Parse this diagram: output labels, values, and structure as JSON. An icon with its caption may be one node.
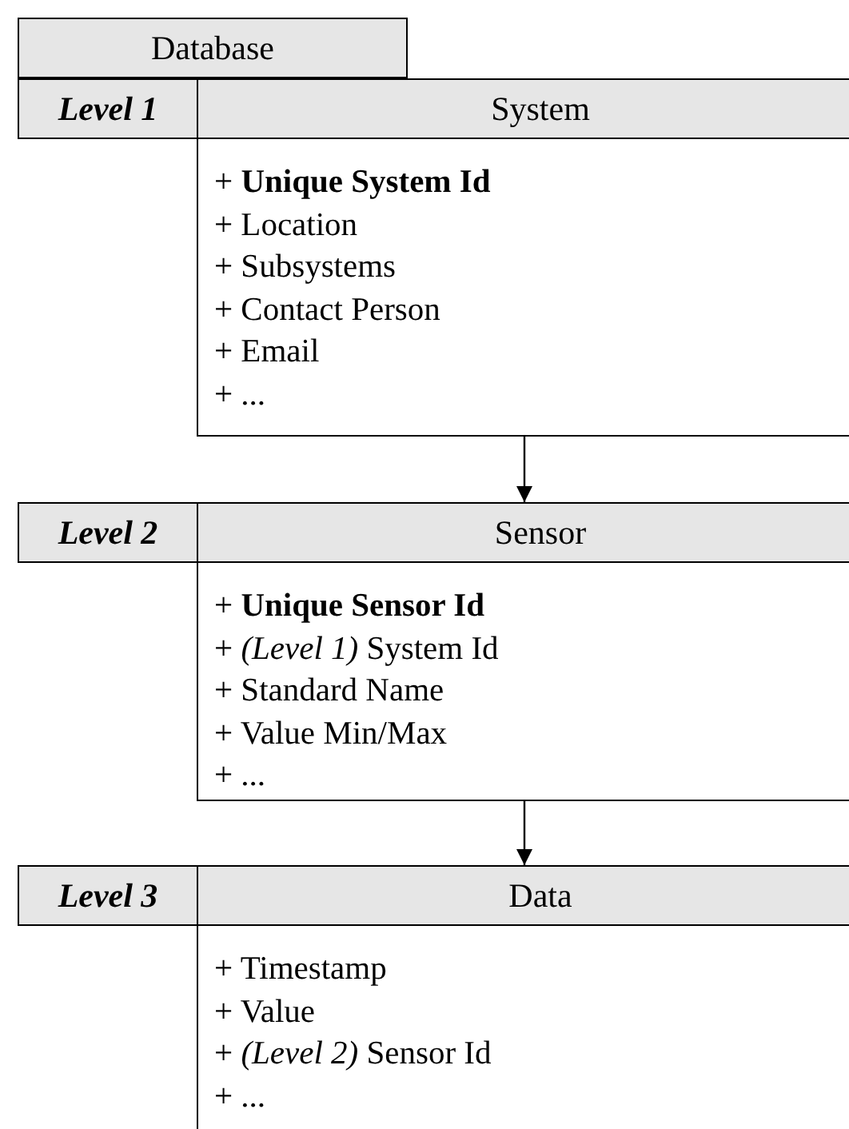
{
  "diagram": {
    "nodes": [
      {
        "text": [
          "Database"
        ]
      },
      {
        "text": [
          "Level 1"
        ]
      },
      {
        "text": [
          "System",
          "+ **Unique System Id**",
          "+ Location",
          "+ Subsystems",
          "+ Contact Person",
          "+ Email",
          "+ ..."
        ]
      },
      {
        "text": [
          "Level 2"
        ]
      },
      {
        "text": [
          "Sensor",
          "+ **Unique Sensor Id**",
          "+ *(Level 1)* System Id",
          "+ Standard Name",
          "+ Value Min/Max",
          "+ ..."
        ]
      },
      {
        "text": [
          "Level 3"
        ]
      },
      {
        "text": [
          "Data",
          "+ Timestamp",
          "+ Value",
          "+ *(Level 2)* Sensor Id",
          "+ ..."
        ]
      }
    ],
    "edges": [
      {
        "from": 2,
        "to": 4,
        "arrow": "to"
      },
      {
        "from": 4,
        "to": 6,
        "arrow": "to"
      }
    ]
  }
}
